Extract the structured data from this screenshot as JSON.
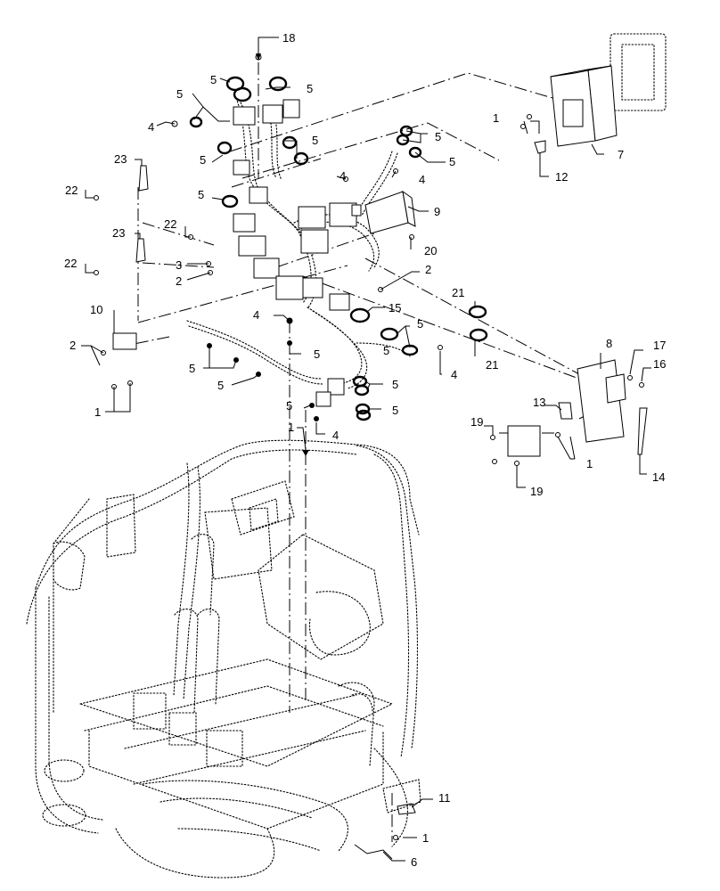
{
  "callouts": [
    {
      "id": "c18a",
      "label": "18"
    },
    {
      "id": "c5a",
      "label": "5"
    },
    {
      "id": "c5b",
      "label": "5"
    },
    {
      "id": "c5c",
      "label": "5"
    },
    {
      "id": "c4a",
      "label": "4"
    },
    {
      "id": "c5d",
      "label": "5"
    },
    {
      "id": "c5e",
      "label": "5"
    },
    {
      "id": "c23a",
      "label": "23"
    },
    {
      "id": "c22a",
      "label": "22"
    },
    {
      "id": "c5f",
      "label": "5"
    },
    {
      "id": "c22b",
      "label": "22"
    },
    {
      "id": "c23b",
      "label": "23"
    },
    {
      "id": "c22c",
      "label": "22"
    },
    {
      "id": "c3",
      "label": "3"
    },
    {
      "id": "c2a",
      "label": "2"
    },
    {
      "id": "c10",
      "label": "10"
    },
    {
      "id": "c2b",
      "label": "2"
    },
    {
      "id": "c1a",
      "label": "1"
    },
    {
      "id": "c5g",
      "label": "5"
    },
    {
      "id": "c5h",
      "label": "5"
    },
    {
      "id": "c4b",
      "label": "4"
    },
    {
      "id": "c5i",
      "label": "5"
    },
    {
      "id": "c5j",
      "label": "5"
    },
    {
      "id": "c5k",
      "label": "5"
    },
    {
      "id": "c4c",
      "label": "4"
    },
    {
      "id": "c4d",
      "label": "4"
    },
    {
      "id": "c9",
      "label": "9"
    },
    {
      "id": "c20",
      "label": "20"
    },
    {
      "id": "c2c",
      "label": "2"
    },
    {
      "id": "c15",
      "label": "15"
    },
    {
      "id": "c5l",
      "label": "5"
    },
    {
      "id": "c5m",
      "label": "5"
    },
    {
      "id": "c4e",
      "label": "4"
    },
    {
      "id": "c5n",
      "label": "5"
    },
    {
      "id": "c5o",
      "label": "5"
    },
    {
      "id": "c5p",
      "label": "5"
    },
    {
      "id": "c4f",
      "label": "4"
    },
    {
      "id": "c1b",
      "label": "1"
    },
    {
      "id": "c1c",
      "label": "1"
    },
    {
      "id": "c7",
      "label": "7"
    },
    {
      "id": "c12",
      "label": "12"
    },
    {
      "id": "c21a",
      "label": "21"
    },
    {
      "id": "c21b",
      "label": "21"
    },
    {
      "id": "c8",
      "label": "8"
    },
    {
      "id": "c17",
      "label": "17"
    },
    {
      "id": "c16",
      "label": "16"
    },
    {
      "id": "c13",
      "label": "13"
    },
    {
      "id": "c19a",
      "label": "19"
    },
    {
      "id": "c1d",
      "label": "1"
    },
    {
      "id": "c19b",
      "label": "19"
    },
    {
      "id": "c14",
      "label": "14"
    },
    {
      "id": "c11",
      "label": "11"
    },
    {
      "id": "c1e",
      "label": "1"
    },
    {
      "id": "c6",
      "label": "6"
    }
  ]
}
